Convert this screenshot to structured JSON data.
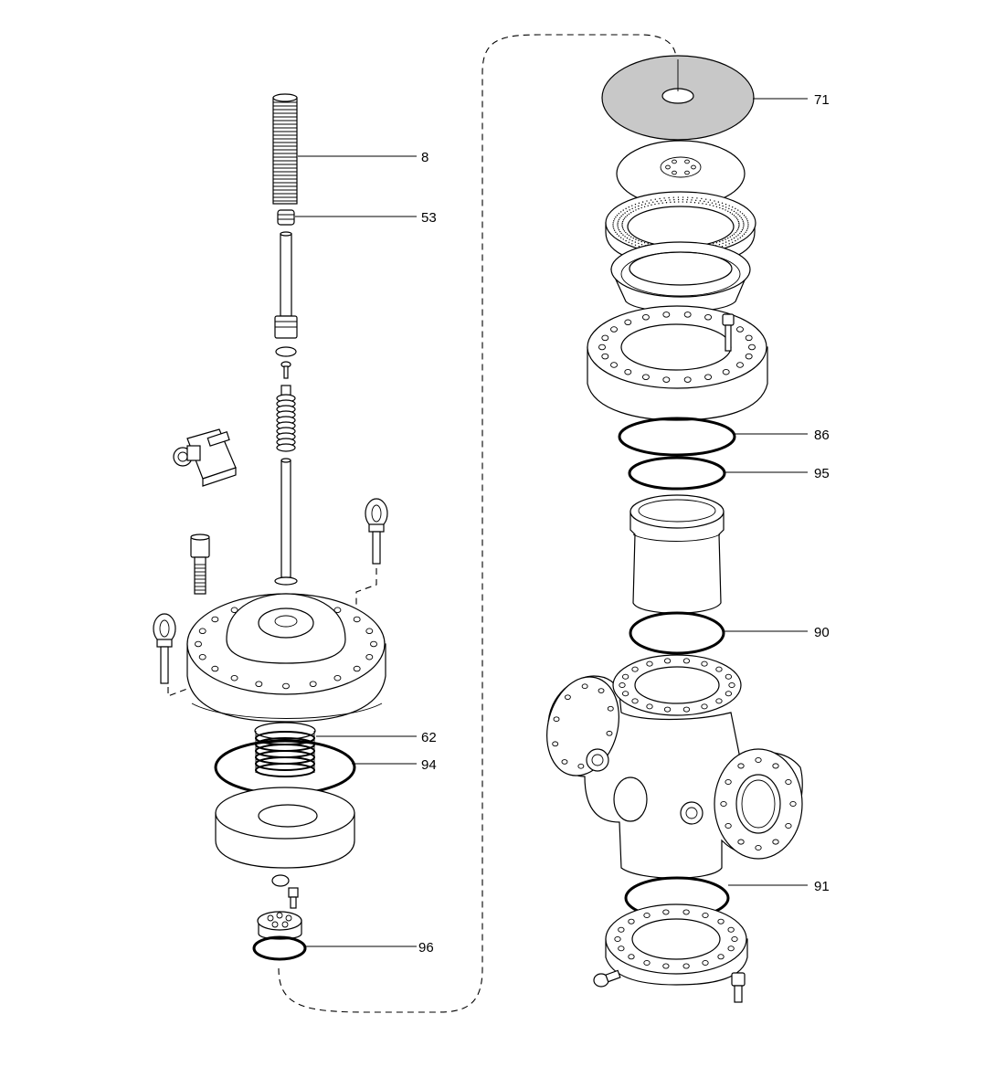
{
  "callouts": [
    {
      "id": "8",
      "label": "8"
    },
    {
      "id": "53",
      "label": "53"
    },
    {
      "id": "62",
      "label": "62"
    },
    {
      "id": "94",
      "label": "94"
    },
    {
      "id": "96",
      "label": "96"
    },
    {
      "id": "71",
      "label": "71"
    },
    {
      "id": "86",
      "label": "86"
    },
    {
      "id": "95",
      "label": "95"
    },
    {
      "id": "90",
      "label": "90"
    },
    {
      "id": "91",
      "label": "91"
    }
  ]
}
